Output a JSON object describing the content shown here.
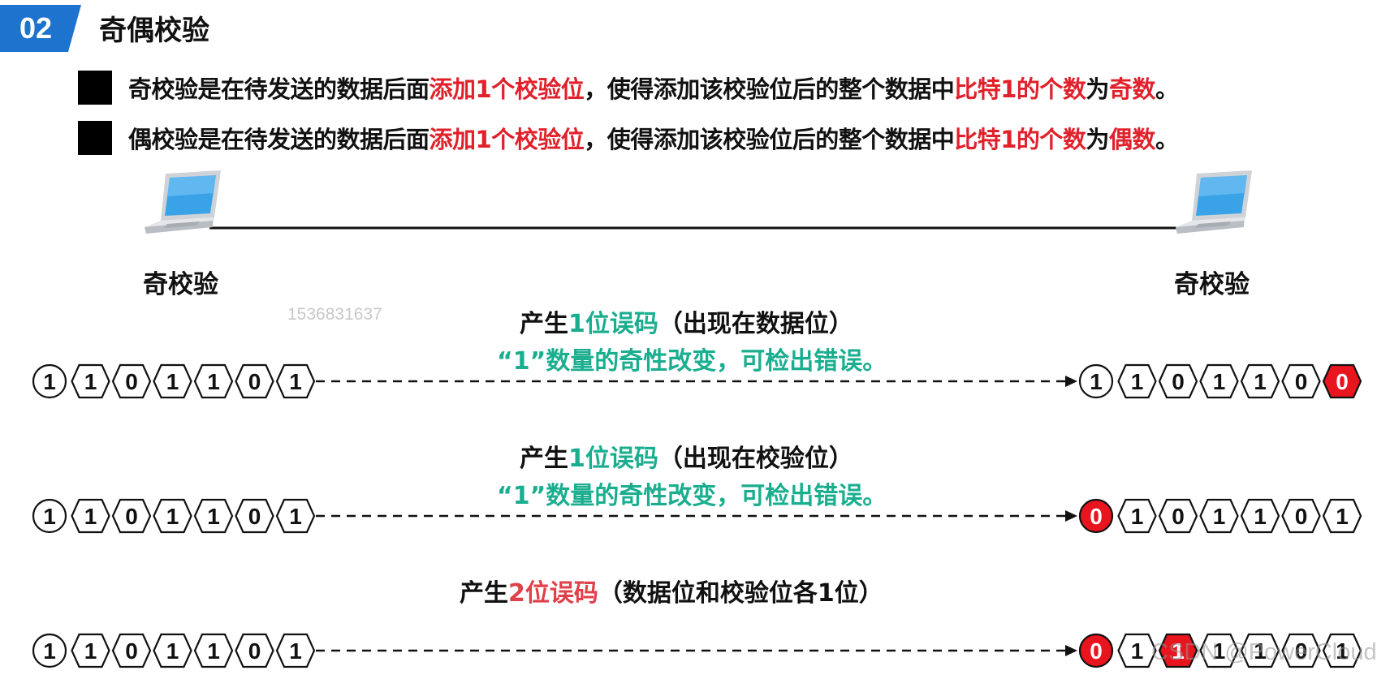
{
  "header": {
    "badge": "02",
    "title": "奇偶校验"
  },
  "bullets": [
    [
      {
        "text": "奇校验是在待发送的数据后面",
        "red": false
      },
      {
        "text": "添加1个校验位",
        "red": true
      },
      {
        "text": "，使得添加该校验位后的整个数据中",
        "red": false
      },
      {
        "text": "比特1的个数",
        "red": true
      },
      {
        "text": "为",
        "red": false
      },
      {
        "text": "奇数",
        "red": true
      },
      {
        "text": "。",
        "red": false
      }
    ],
    [
      {
        "text": "偶校验是在待发送的数据后面",
        "red": false
      },
      {
        "text": "添加1个校验位",
        "red": true
      },
      {
        "text": "，使得添加该校验位后的整个数据中",
        "red": false
      },
      {
        "text": "比特1的个数",
        "red": true
      },
      {
        "text": "为",
        "red": false
      },
      {
        "text": "偶数",
        "red": true
      },
      {
        "text": "。",
        "red": false
      }
    ]
  ],
  "link": {
    "sender_label": "奇校验",
    "receiver_label": "奇校验"
  },
  "watermarks": {
    "id": "1536831637",
    "csdn": "CSDN @PowerCloud"
  },
  "scenarios": [
    {
      "title_prefix": "产生",
      "title_hl": "1位误码",
      "title_suffix": "（出现在数据位）",
      "hl_color": "#1aae8f",
      "note": "“1”数量的奇性改变，可检出错误。",
      "sent": [
        "1",
        "1",
        "0",
        "1",
        "1",
        "0",
        "1"
      ],
      "received": [
        "1",
        "1",
        "0",
        "1",
        "1",
        "0",
        "0"
      ],
      "received_errors": [
        6
      ]
    },
    {
      "title_prefix": "产生",
      "title_hl": "1位误码",
      "title_suffix": "（出现在校验位）",
      "hl_color": "#1aae8f",
      "note": "“1”数量的奇性改变，可检出错误。",
      "sent": [
        "1",
        "1",
        "0",
        "1",
        "1",
        "0",
        "1"
      ],
      "received": [
        "0",
        "1",
        "0",
        "1",
        "1",
        "0",
        "1"
      ],
      "received_errors": [
        0
      ]
    },
    {
      "title_prefix": "产生",
      "title_hl": "2位误码",
      "title_suffix": "（数据位和校验位各1位）",
      "hl_color": "#e0404a",
      "note": "",
      "sent": [
        "1",
        "1",
        "0",
        "1",
        "1",
        "0",
        "1"
      ],
      "received": [
        "0",
        "1",
        "1",
        "1",
        "1",
        "0",
        "1"
      ],
      "received_errors": [
        0,
        2
      ]
    }
  ],
  "colors": {
    "error_fill": "#e8141e",
    "accent_teal": "#1aae8f",
    "accent_red": "#e0212b",
    "badge_blue": "#1e73cf"
  }
}
